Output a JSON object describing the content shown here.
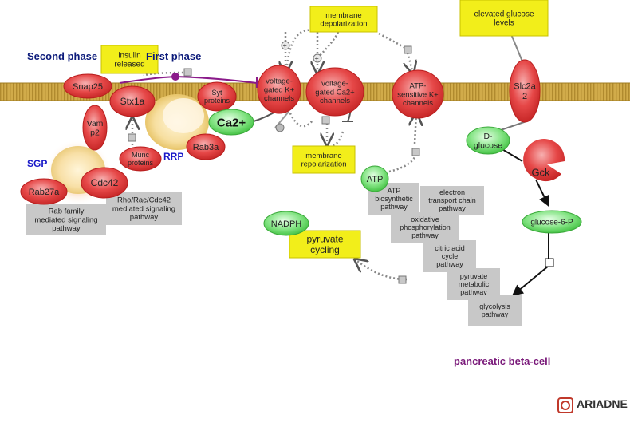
{
  "headings": {
    "second_phase": "Second phase",
    "first_phase": "First phase",
    "sgp": "SGP",
    "rrp": "RRP",
    "cell": "pancreatic beta-cell"
  },
  "brand": {
    "name": "ARIADNE",
    "color": "#c0392b"
  },
  "colors": {
    "protein": "#e03c3c",
    "small_molecule": "#5ddc5d",
    "note_box": "#f2ee1a",
    "pathway_box": "#c8c8c8",
    "membrane": "#c9a23f"
  },
  "notes": {
    "membrane_depolarization": [
      "membrane",
      "depolarization"
    ],
    "elevated_glucose": [
      "elevated glucose",
      "levels"
    ],
    "insulin_released": [
      "insulin",
      "released"
    ],
    "membrane_repolarization": [
      "membrane",
      "repolarization"
    ],
    "pyruvate_cycling": [
      "pyruvate",
      "cycling"
    ]
  },
  "proteins": {
    "snap25": [
      "Snap25"
    ],
    "stx1a": [
      "Stx1a"
    ],
    "syt": [
      "Syt",
      "proteins"
    ],
    "vamp2": [
      "Vam",
      "p2"
    ],
    "munc": [
      "Munc",
      "proteins"
    ],
    "rab3a": [
      "Rab3a"
    ],
    "cdc42": [
      "Cdc42"
    ],
    "rab27a": [
      "Rab27a"
    ],
    "k_channels": [
      "voltage-",
      "gated K+",
      "channels"
    ],
    "ca_channels": [
      "voltage-",
      "gated Ca2+",
      "channels"
    ],
    "atp_k_channels": [
      "ATP-",
      "sensitive K+",
      "channels"
    ],
    "slc2a2": [
      "Slc2a",
      "2"
    ],
    "gck": [
      "Gck"
    ]
  },
  "molecules": {
    "ca2": "Ca2+",
    "d_glucose": [
      "D-",
      "glucose"
    ],
    "atp": "ATP",
    "nadph": "NADPH",
    "glucose6p": "glucose-6-P"
  },
  "pathways": {
    "rab_family": [
      "Rab family",
      "mediated signaling",
      "pathway"
    ],
    "rho_rac": [
      "Rho/Rac/Cdc42",
      "mediated signaling",
      "pathway"
    ],
    "atp_biosynthetic": [
      "ATP",
      "biosynthetic",
      "pathway"
    ],
    "electron_transport": [
      "electron",
      "transport chain",
      "pathway"
    ],
    "oxidative": [
      "oxidative",
      "phosphorylation",
      "pathway"
    ],
    "citric_acid": [
      "citric acid",
      "cycle",
      "pathway"
    ],
    "pyruvate_metabolic": [
      "pyruvate",
      "metabolic",
      "pathway"
    ],
    "glycolysis": [
      "glycolysis",
      "pathway"
    ]
  }
}
